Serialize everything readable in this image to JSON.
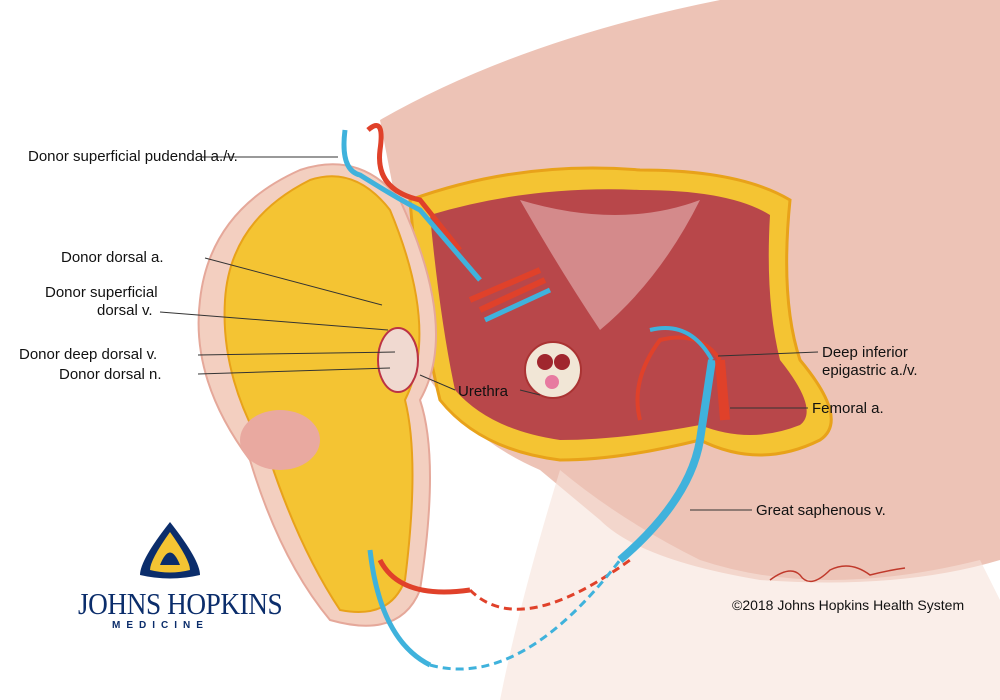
{
  "labels": {
    "superficial_pudendal": "Donor superficial pudendal a./v.",
    "dorsal_a": "Donor dorsal a.",
    "superficial_dorsal_1": "Donor superficial",
    "superficial_dorsal_2": "dorsal v.",
    "deep_dorsal": "Donor deep dorsal v.",
    "dorsal_n": "Donor dorsal n.",
    "urethra": "Urethra",
    "epigastric_1": "Deep inferior",
    "epigastric_2": "epigastric a./v.",
    "femoral": "Femoral a.",
    "saphenous": "Great saphenous v."
  },
  "logo": {
    "name": "JOHNS HOPKINS",
    "sub": "MEDICINE"
  },
  "signature": "Devon Stuart",
  "copyright": "©2018 Johns Hopkins Health System",
  "colors": {
    "artery": "#e0412a",
    "vein": "#3fb2dc",
    "fat": "#f4c433",
    "muscle": "#b8474a",
    "skin": "#e8b4a4",
    "brand": "#0b2d6b"
  }
}
